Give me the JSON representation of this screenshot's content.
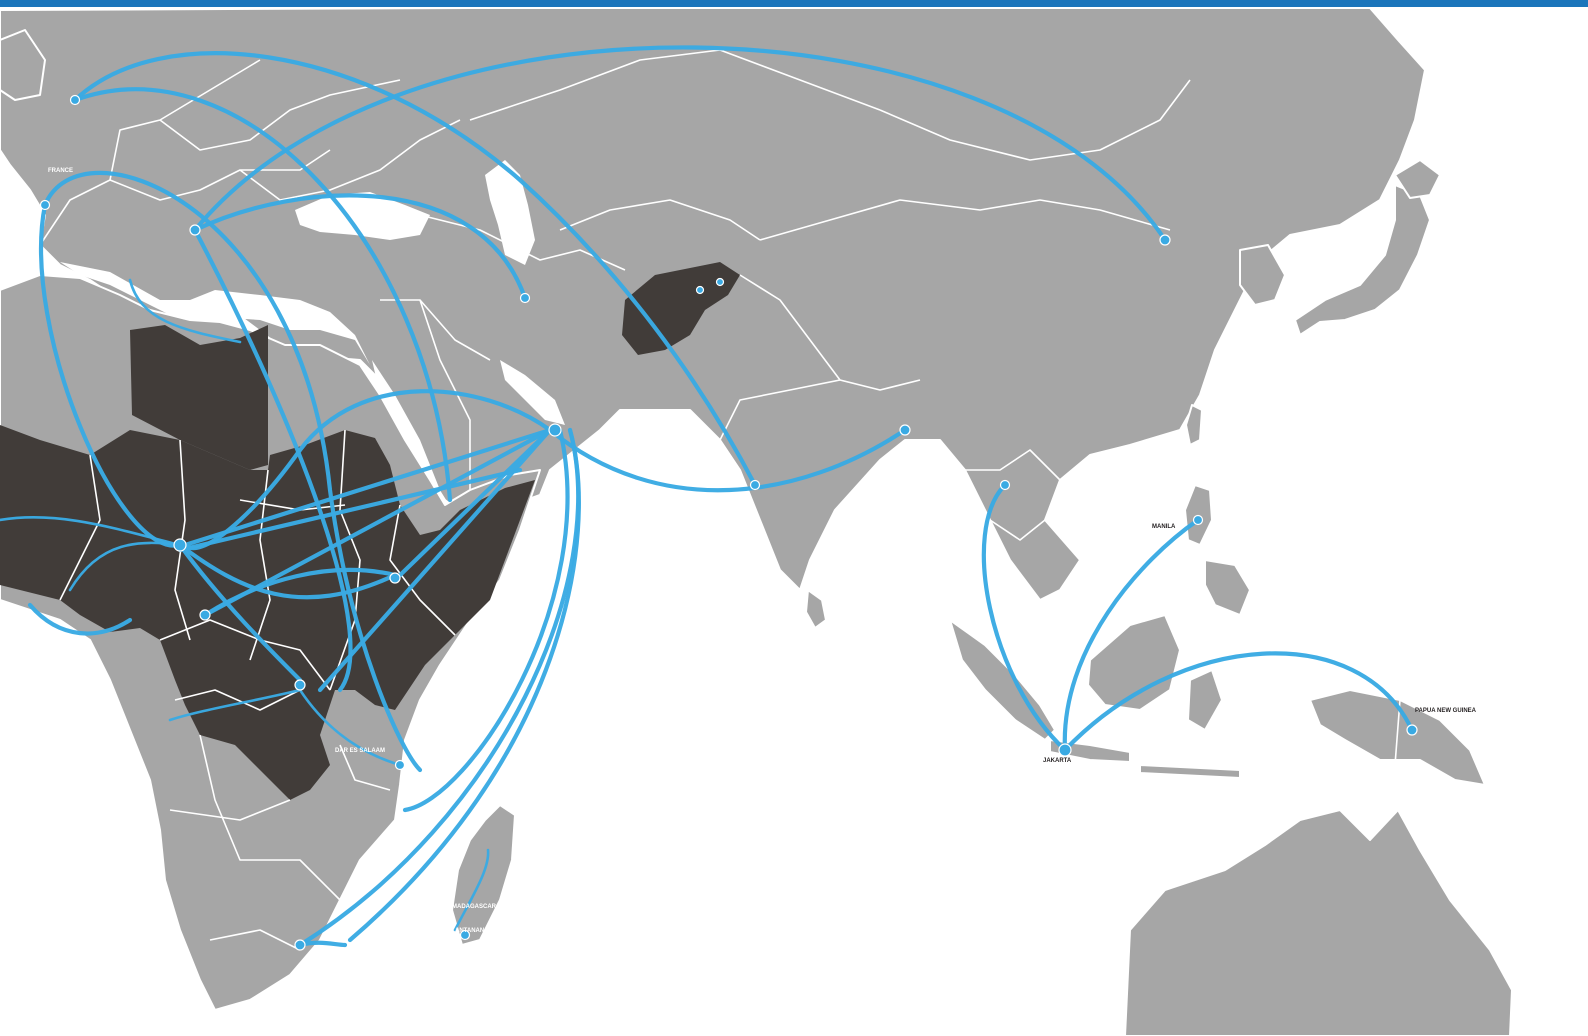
{
  "colors": {
    "top_rule": "#1b75bb",
    "land": "#a6a6a6",
    "operation_country": "#413c39",
    "route": "#3aaae3",
    "hub": "#3aaae3",
    "label_on_grey": "#ffffff",
    "label_on_dark": "#ffffff",
    "label_on_white": "#231f20"
  },
  "labels": {
    "france": "FRANCE",
    "manila": "MANILA",
    "papua_new_guinea": "PAPUA NEW GUINEA",
    "jakarta": "JAKARTA",
    "madagascar": "MADAGASCAR",
    "antananarivo": "ANTANANARIVO",
    "dar_es_salaam": "DAR ES SALAAM"
  }
}
